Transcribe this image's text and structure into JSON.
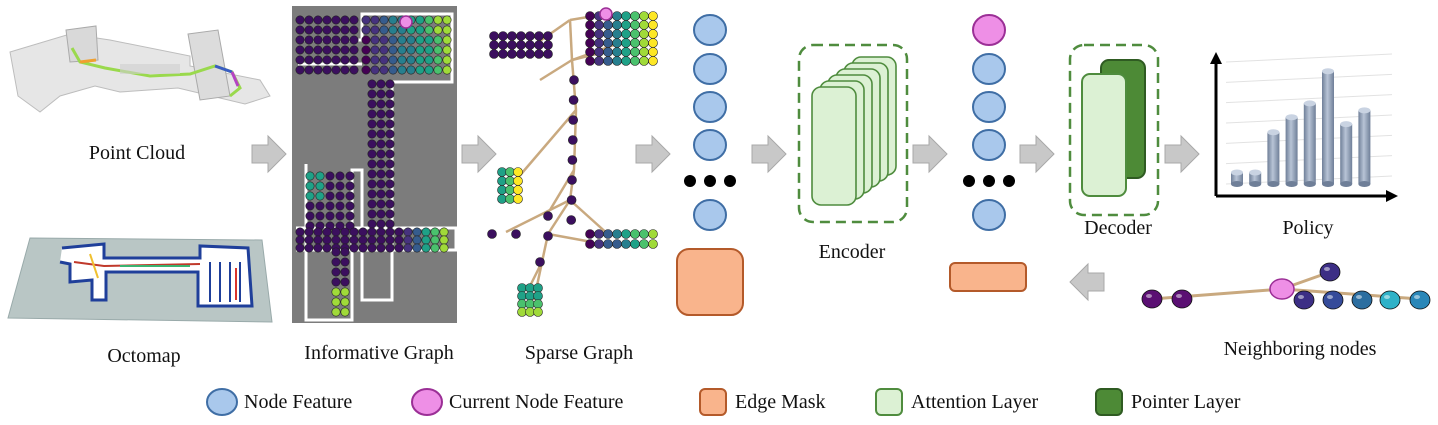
{
  "labels": {
    "point_cloud": "Point Cloud",
    "octomap": "Octomap",
    "informative_graph": "Informative Graph",
    "sparse_graph": "Sparse Graph",
    "encoder": "Encoder",
    "decoder": "Decoder",
    "policy": "Policy",
    "neighboring_nodes": "Neighboring nodes"
  },
  "legend": [
    {
      "key": "node",
      "label": "Node Feature"
    },
    {
      "key": "current",
      "label": "Current Node Feature"
    },
    {
      "key": "edge",
      "label": "Edge Mask"
    },
    {
      "key": "attention",
      "label": "Attention Layer"
    },
    {
      "key": "pointer",
      "label": "Pointer Layer"
    }
  ],
  "colors": {
    "node_fill": "#a9c8ec",
    "node_stroke": "#3f6ea5",
    "current_fill": "#ee8fe6",
    "current_stroke": "#9b2f96",
    "edge_fill": "#f9b48c",
    "edge_stroke": "#b45a2a",
    "attention_fill": "#dcf1d4",
    "attention_stroke": "#4f8c3e",
    "pointer_fill": "#4d8a36",
    "pointer_stroke": "#2f5b22",
    "arrow": "#c8c8c8",
    "bar": "#8e9db3"
  },
  "policy_chart": {
    "type": "bar",
    "values": [
      1,
      1,
      4.5,
      5.8,
      7,
      9.8,
      5.2,
      6.4
    ]
  }
}
